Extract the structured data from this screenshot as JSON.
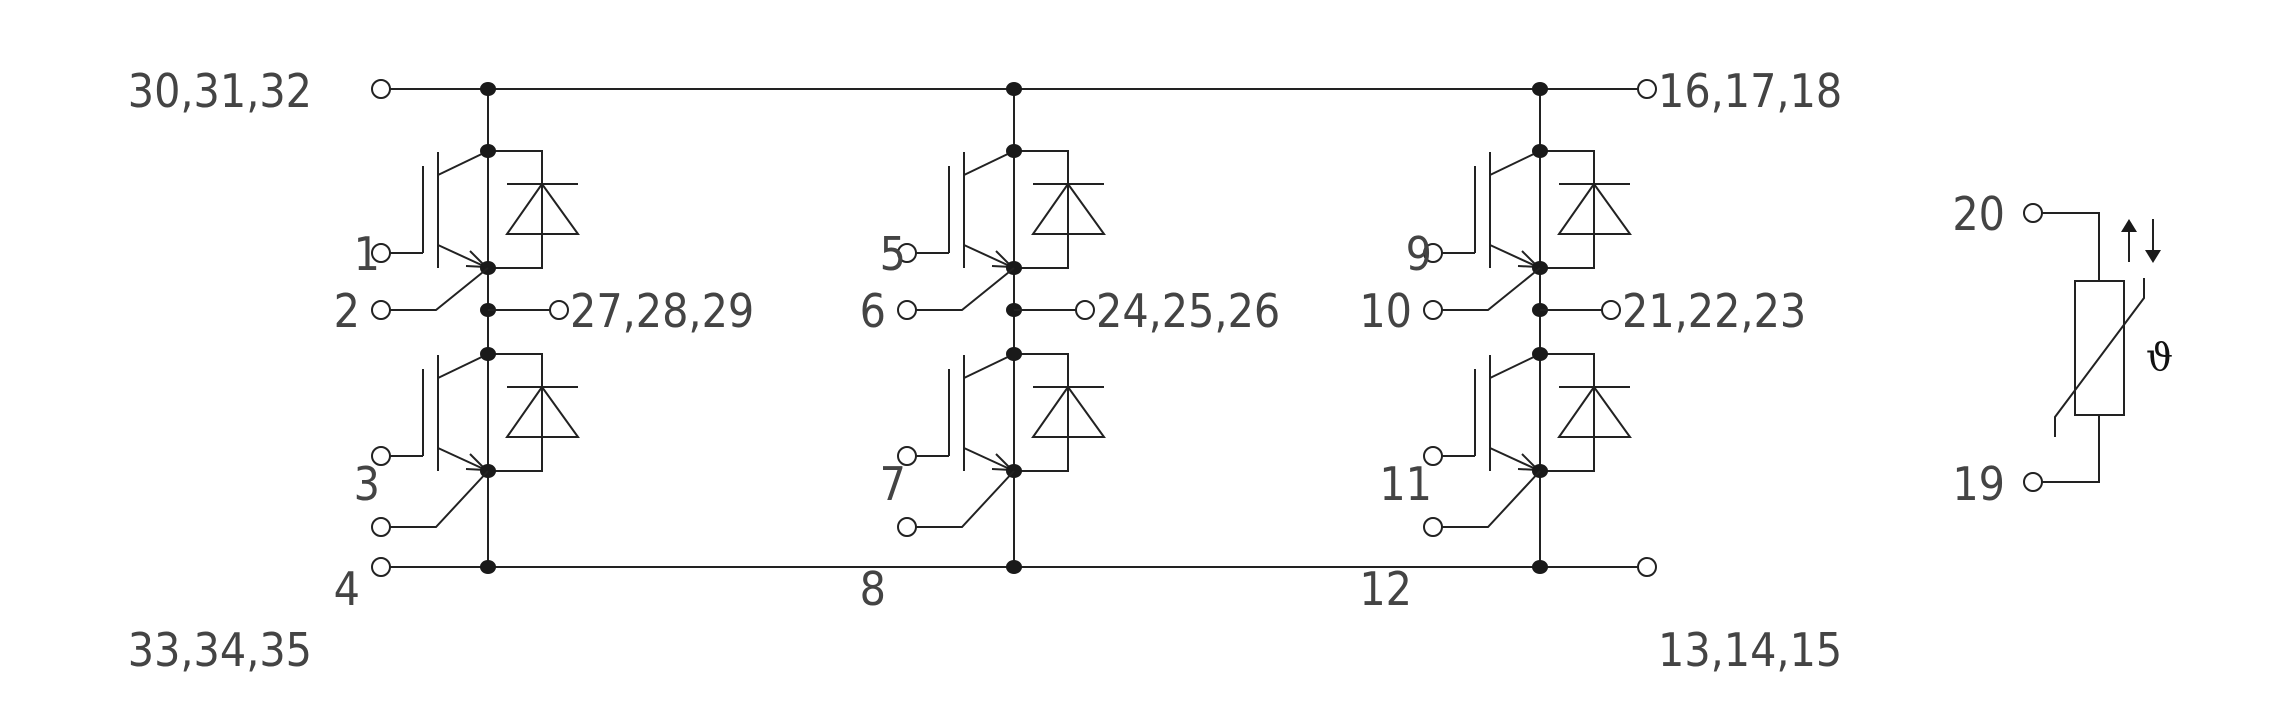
{
  "rails": {
    "top_left": "30,31,32",
    "top_right": "16,17,18",
    "bottom_left": "33,34,35",
    "bottom_right": "13,14,15"
  },
  "legs": [
    {
      "g_high": "1",
      "e_high": "2",
      "out": "27,28,29",
      "g_low": "3",
      "e_low": "4"
    },
    {
      "g_high": "5",
      "e_high": "6",
      "out": "24,25,26",
      "g_low": "7",
      "e_low": "8"
    },
    {
      "g_high": "9",
      "e_high": "10",
      "out": "21,22,23",
      "g_low": "11",
      "e_low": "12"
    }
  ],
  "thermistor": {
    "top": "20",
    "bottom": "19",
    "symbol": "ϑ"
  }
}
